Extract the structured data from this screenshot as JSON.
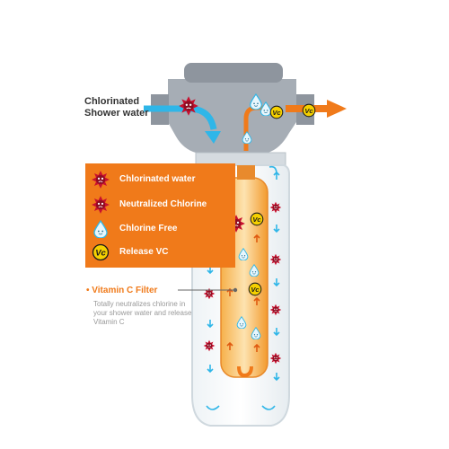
{
  "inlet_label": {
    "line1": "Chlorinated",
    "line2": "Shower water"
  },
  "legend": {
    "items": [
      {
        "icon": "chlorine-germ-icon",
        "label": "Chlorinated water"
      },
      {
        "icon": "neutralized-chlorine-icon",
        "label": "Neutralized Chlorine"
      },
      {
        "icon": "water-drop-icon",
        "label": "Chlorine Free"
      },
      {
        "icon": "vitamin-c-icon",
        "label": "Release VC"
      }
    ]
  },
  "filter": {
    "title": "Vitamin C Filter",
    "description": "Totally neutralizes chlorine in your shower water and release Vitamin C"
  },
  "vc_badge": "Vc",
  "colors": {
    "housing": "#a6adb5",
    "accent_orange": "#f07a1a",
    "flow_blue": "#2fb6e8",
    "germ_red": "#c8102e",
    "vc_yellow": "#f5d000"
  }
}
